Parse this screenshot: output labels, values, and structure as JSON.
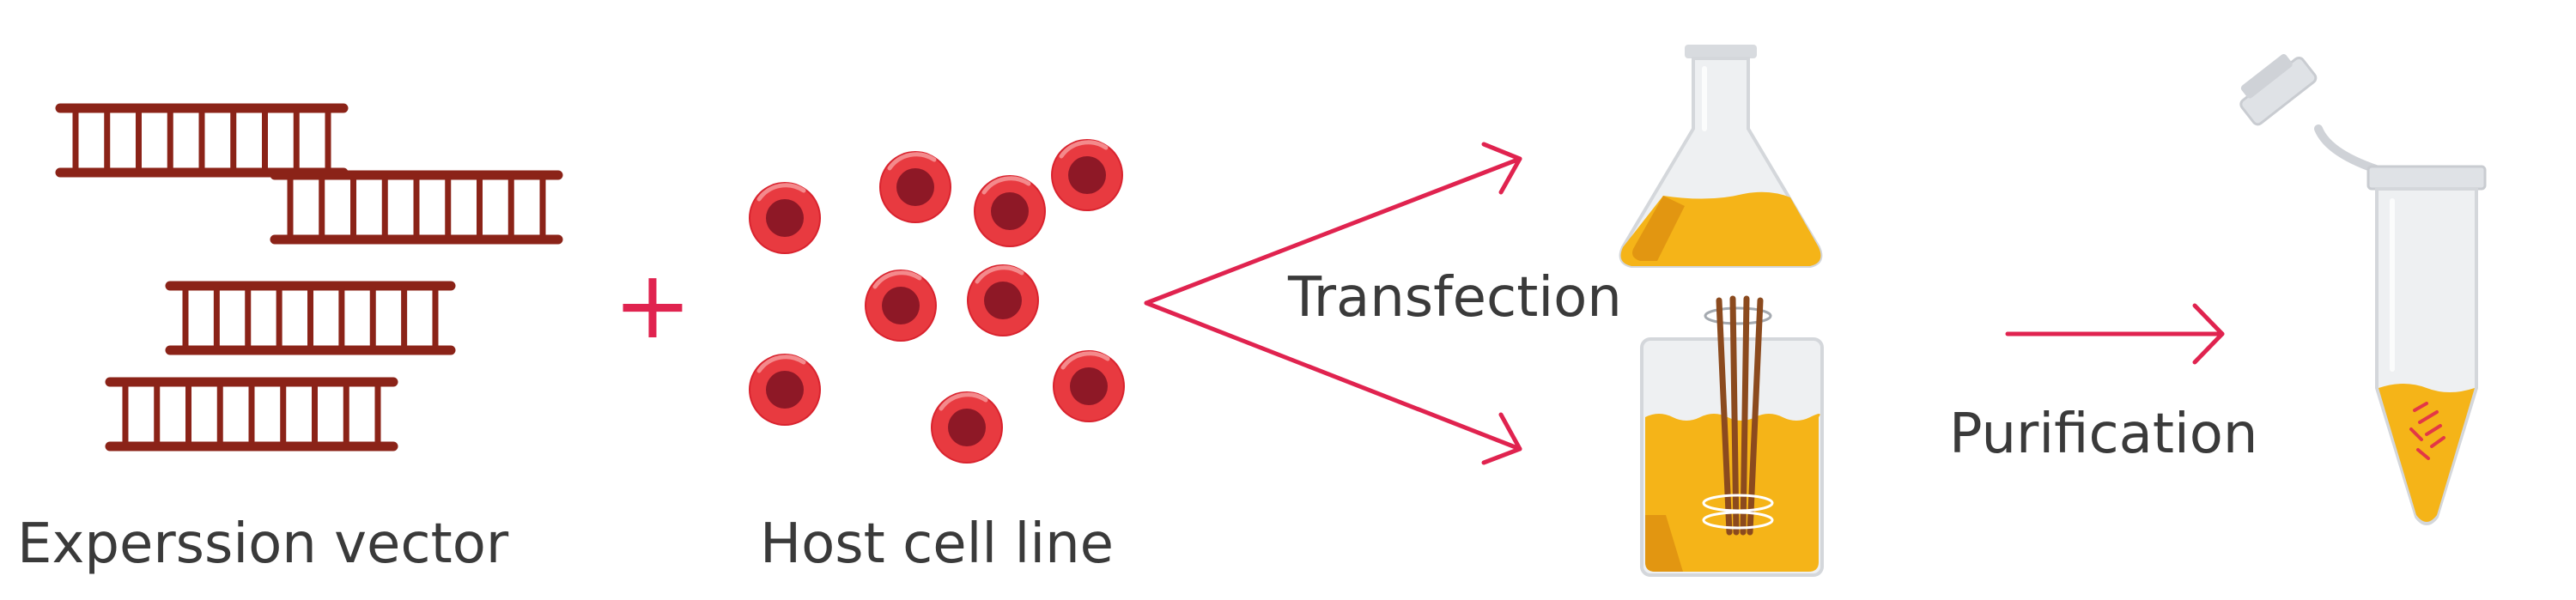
{
  "labels": {
    "expression_vector": "Experssion vector",
    "host_cell_line": "Host cell line",
    "transfection": "Transfection",
    "purification": "Purification",
    "plus": "+"
  },
  "colors": {
    "dna": "#8b2318",
    "arrow": "#e0234f",
    "cell_outer": "#d9232e",
    "cell_inner": "#8e1826",
    "culture_medium": "#f5b418",
    "glass": "#e6e8eb",
    "text": "#3a3a3a"
  },
  "icons": {
    "dna_ladders": "dna-ladder-icon",
    "cells": "red-blood-cell-icon",
    "flask": "erlenmeyer-flask-icon",
    "bioreactor": "bioreactor-icon",
    "tube": "microcentrifuge-tube-icon"
  }
}
